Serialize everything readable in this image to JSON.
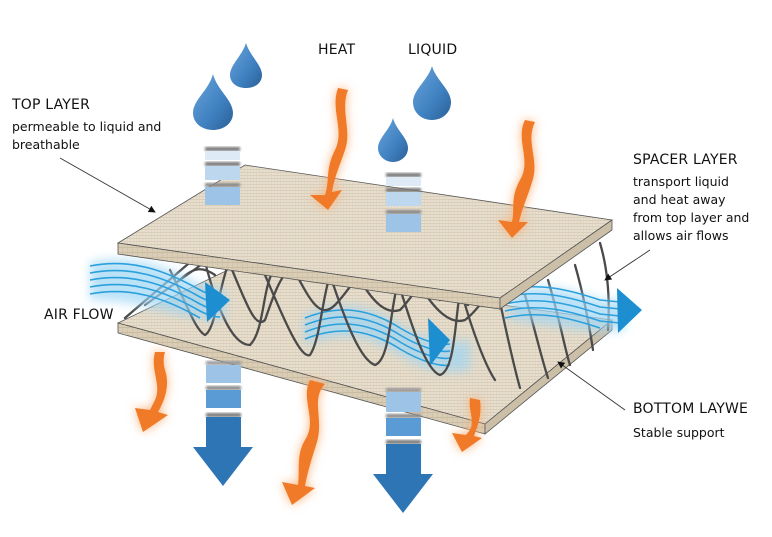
{
  "diagram": {
    "top_labels": {
      "heat": "HEAT",
      "liquid": "LIQUID"
    },
    "layers": {
      "top": {
        "title": "TOP LAYER",
        "description": [
          "permeable to liquid and",
          "breathable"
        ]
      },
      "spacer": {
        "title": "SPACER LAYER",
        "description": [
          "transport liquid",
          "and heat away",
          "from top layer and",
          "allows air flows"
        ]
      },
      "bottom": {
        "title": "BOTTOM LAYWE",
        "description": [
          "Stable support"
        ]
      }
    },
    "air_flow_label": "AIR FLOW",
    "colors": {
      "heat": "#f07a28",
      "heat_glow": "#f9b27a",
      "liquid_drop": "#3f80c0",
      "liquid_dark": "#2e6fb2",
      "liquid_mid": "#5b9bd5",
      "liquid_light": "#9dc3e6",
      "liquid_pale": "#d6e6f5",
      "air": "#2aa0dc",
      "air_glow": "#9fd6f5",
      "fabric": "#e6dccb",
      "fabric_edge": "#cfc3ad",
      "fiber": "#4a4a4a"
    }
  }
}
